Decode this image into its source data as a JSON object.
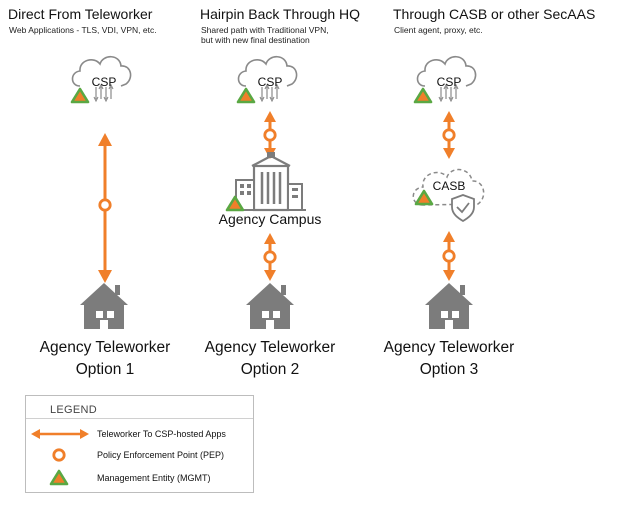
{
  "colors": {
    "orange": "#f07f2a",
    "gray": "#7c7c7c",
    "green": "#5aa843",
    "cloud_stroke": "#8a8a8a"
  },
  "options": [
    {
      "title": "Direct From Teleworker",
      "subtitle": "Web Applications - TLS, VDI, VPN, etc.",
      "cloud_label": "CSP",
      "endpoint_label": "Agency Teleworker",
      "option_label": "Option 1"
    },
    {
      "title": "Hairpin Back Through HQ",
      "subtitle_line1": "Shared path with Traditional VPN,",
      "subtitle_line2": "but with new final destination",
      "cloud_label": "CSP",
      "campus_label": "Agency Campus",
      "endpoint_label": "Agency Teleworker",
      "option_label": "Option 2"
    },
    {
      "title": "Through CASB or other SecAAS",
      "subtitle": "Client agent, proxy, etc.",
      "cloud_label": "CSP",
      "casb_label": "CASB",
      "endpoint_label": "Agency Teleworker",
      "option_label": "Option 3"
    }
  ],
  "legend": {
    "title": "LEGEND",
    "items": [
      {
        "icon": "double-arrow-icon",
        "label": "Teleworker To CSP-hosted Apps"
      },
      {
        "icon": "pep-circle-icon",
        "label": "Policy Enforcement Point (PEP)"
      },
      {
        "icon": "mgmt-triangle-icon",
        "label": "Management Entity (MGMT)"
      }
    ]
  }
}
